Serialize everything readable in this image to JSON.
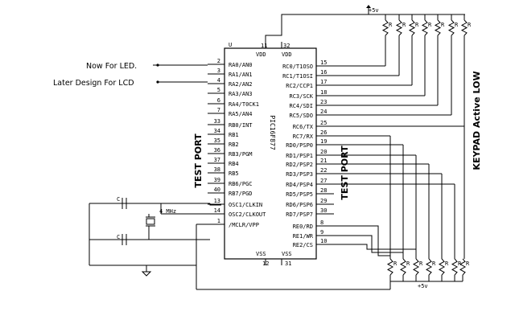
{
  "chip": {
    "part": "PIC16F877",
    "corner_mark": "U",
    "top_pins": [
      {
        "num": "11",
        "name": "VDD"
      },
      {
        "num": "32",
        "name": "VDD"
      }
    ],
    "bottom_pins": [
      {
        "num": "12",
        "name": "VSS"
      },
      {
        "num": "31",
        "name": "VSS"
      }
    ],
    "left_pins": [
      {
        "num": "2",
        "name": "RA0/AN0"
      },
      {
        "num": "3",
        "name": "RA1/AN1"
      },
      {
        "num": "4",
        "name": "RA2/AN2"
      },
      {
        "num": "5",
        "name": "RA3/AN3"
      },
      {
        "num": "6",
        "name": "RA4/T0CK1"
      },
      {
        "num": "7",
        "name": "RA5/AN4"
      },
      {
        "num": "33",
        "name": "RB0/INT"
      },
      {
        "num": "34",
        "name": "RB1"
      },
      {
        "num": "35",
        "name": "RB2"
      },
      {
        "num": "36",
        "name": "RB3/PGM"
      },
      {
        "num": "37",
        "name": "RB4"
      },
      {
        "num": "38",
        "name": "RB5"
      },
      {
        "num": "39",
        "name": "RB6/PGC"
      },
      {
        "num": "40",
        "name": "RB7/PGD"
      },
      {
        "num": "13",
        "name": "OSC1/CLKIN"
      },
      {
        "num": "14",
        "name": "OSC2/CLKOUT"
      },
      {
        "num": "1",
        "name": "/MCLR/VPP"
      }
    ],
    "right_pins": [
      {
        "num": "15",
        "name": "RC0/T1OSO"
      },
      {
        "num": "16",
        "name": "RC1/T1OSI"
      },
      {
        "num": "17",
        "name": "RC2/CCP1"
      },
      {
        "num": "18",
        "name": "RC3/SCK"
      },
      {
        "num": "23",
        "name": "RC4/SDI"
      },
      {
        "num": "24",
        "name": "RC5/SDO"
      },
      {
        "num": "25",
        "name": "RC6/TX"
      },
      {
        "num": "26",
        "name": "RC7/RX"
      },
      {
        "num": "19",
        "name": "RD0/PSP0"
      },
      {
        "num": "20",
        "name": "RD1/PSP1"
      },
      {
        "num": "21",
        "name": "RD2/PSP2"
      },
      {
        "num": "22",
        "name": "RD3/PSP3"
      },
      {
        "num": "27",
        "name": "RD4/PSP4"
      },
      {
        "num": "28",
        "name": "RD5/PSP5"
      },
      {
        "num": "29",
        "name": "RD6/PSP6"
      },
      {
        "num": "30",
        "name": "RD7/PSP7"
      },
      {
        "num": "8",
        "name": "RE0/RD"
      },
      {
        "num": "9",
        "name": "RE1/WR"
      },
      {
        "num": "10",
        "name": "RE2/CS"
      }
    ]
  },
  "annotations": {
    "led_note": "Now For LED.",
    "lcd_note": "Later Design For LCD",
    "test_port_left": "TEST PORT",
    "test_port_right": "TEST PORT",
    "keypad": "KEYPAD Active LOW",
    "supply_top": "+5v",
    "supply_bottom": "+5v",
    "crystal": "4 MHz",
    "cap_upper": "C",
    "cap_lower": "C",
    "resistor": "R"
  }
}
